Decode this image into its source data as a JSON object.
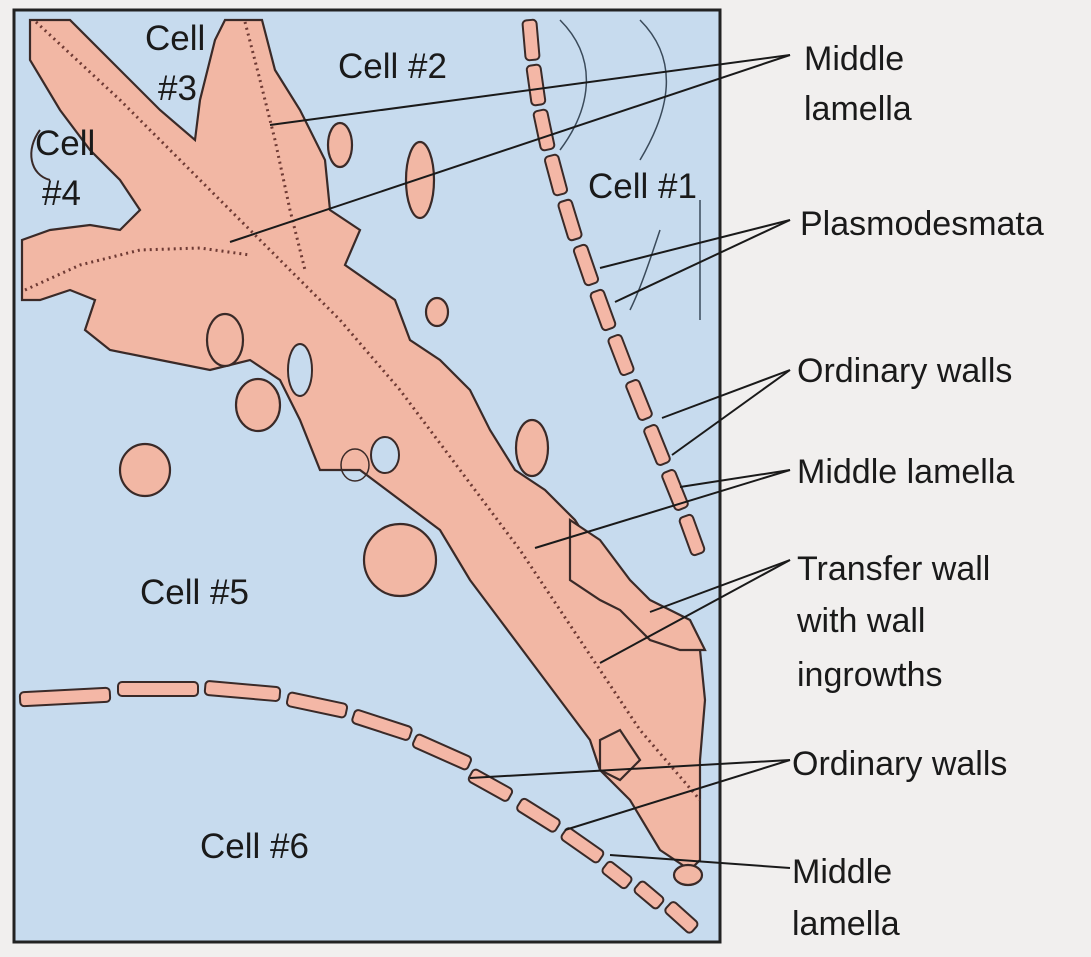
{
  "colors": {
    "cytoplasm": "#c7dbee",
    "wall": "#f2b7a4",
    "wall_dark": "#e08f7c",
    "outline": "#3a2a28",
    "page": "#f1efee"
  },
  "cells": {
    "cell2": "Cell #2",
    "cell3_line1": "Cell",
    "cell3_line2": "#3",
    "cell4_line1": "Cell",
    "cell4_line2": "#4",
    "cell1": "Cell #1",
    "cell5": "Cell #5",
    "cell6": "Cell #6"
  },
  "callouts": {
    "middle_lamella_top_line1": "Middle",
    "middle_lamella_top_line2": "lamella",
    "plasmodesmata": "Plasmodesmata",
    "ordinary_walls_1": "Ordinary walls",
    "middle_lamella_mid": "Middle lamella",
    "transfer_line1": "Transfer wall",
    "transfer_line2": "with wall",
    "transfer_line3": "ingrowths",
    "ordinary_walls_2": "Ordinary walls",
    "middle_lamella_bottom_line1": "Middle",
    "middle_lamella_bottom_line2": "lamella"
  }
}
